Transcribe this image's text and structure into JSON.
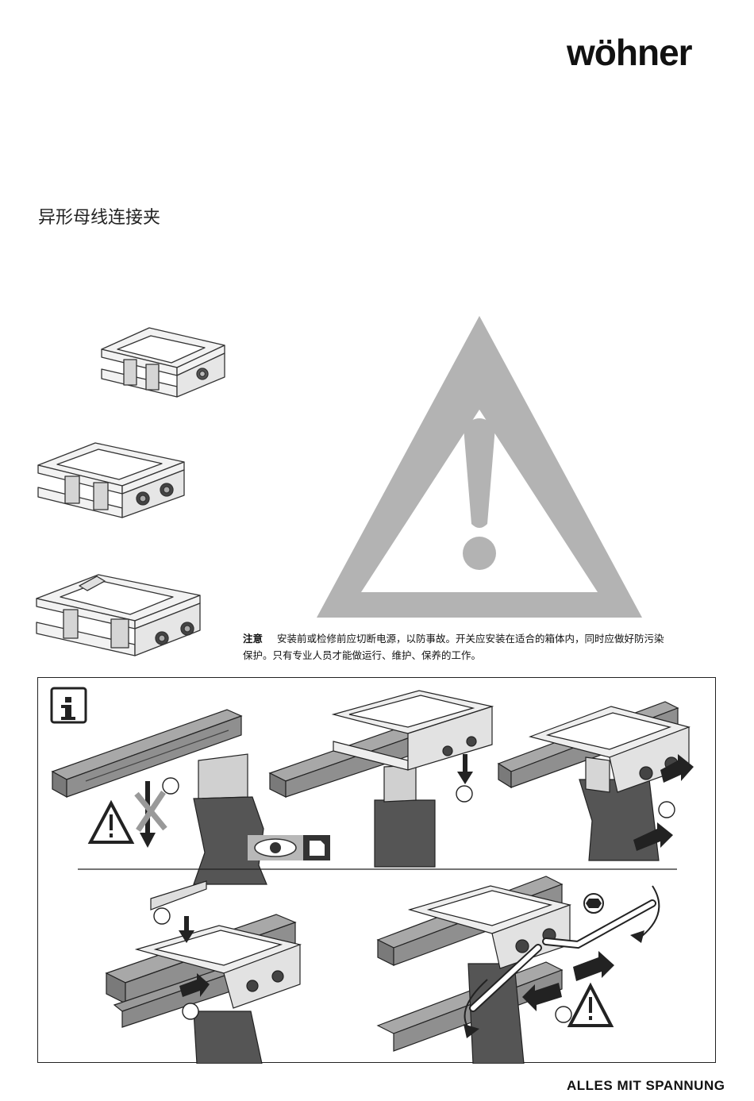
{
  "brand": {
    "logo_text": "wöhner"
  },
  "document": {
    "title": "异形母线连接夹"
  },
  "warning": {
    "note_label": "注意",
    "text": "安装前或检修前应切断电源，以防事故。开关应安装在适合的箱体内，同时应做好防污染保护。只有专业人员才能做运行、维护、保养的工作。"
  },
  "instructions": {
    "info_icon": "info-icon",
    "hazard_icon": "warning-triangle-icon",
    "eye_icon": "eye-icon",
    "document_icon": "document-icon",
    "hex_key_icon": "hex-socket-icon"
  },
  "footer": {
    "slogan": "ALLES MIT SPANNUNG"
  },
  "colors": {
    "triangle_gray": "#b3b3b3",
    "busbar_gray": "#8f8f8f",
    "busbar_dark": "#5a5a5a",
    "clip_light": "#e6e6e6"
  }
}
